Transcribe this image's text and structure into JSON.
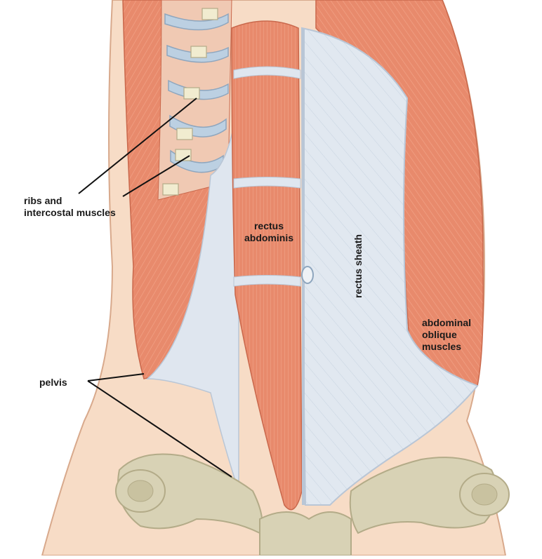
{
  "labels": {
    "ribs_line1": "ribs and",
    "ribs_line2": "intercostal muscles",
    "rectus_line1": "rectus",
    "rectus_line2": "abdominis",
    "sheath": "rectus sheath",
    "oblique_line1": "abdominal",
    "oblique_line2": "oblique",
    "oblique_line3": "muscles",
    "pelvis": "pelvis"
  },
  "colors": {
    "skin": "#f7dcc6",
    "skin_edge": "#d8a98c",
    "muscle": "#e88a6c",
    "muscle_dark": "#c9684c",
    "muscle_stripe": "#f2a88e",
    "sheath": "#dfe6ef",
    "sheath_edge": "#b9c6d6",
    "bone": "#d8d2b5",
    "bone_dark": "#b3ab88",
    "cartilage": "#f1ecd0",
    "leader": "#111111"
  }
}
